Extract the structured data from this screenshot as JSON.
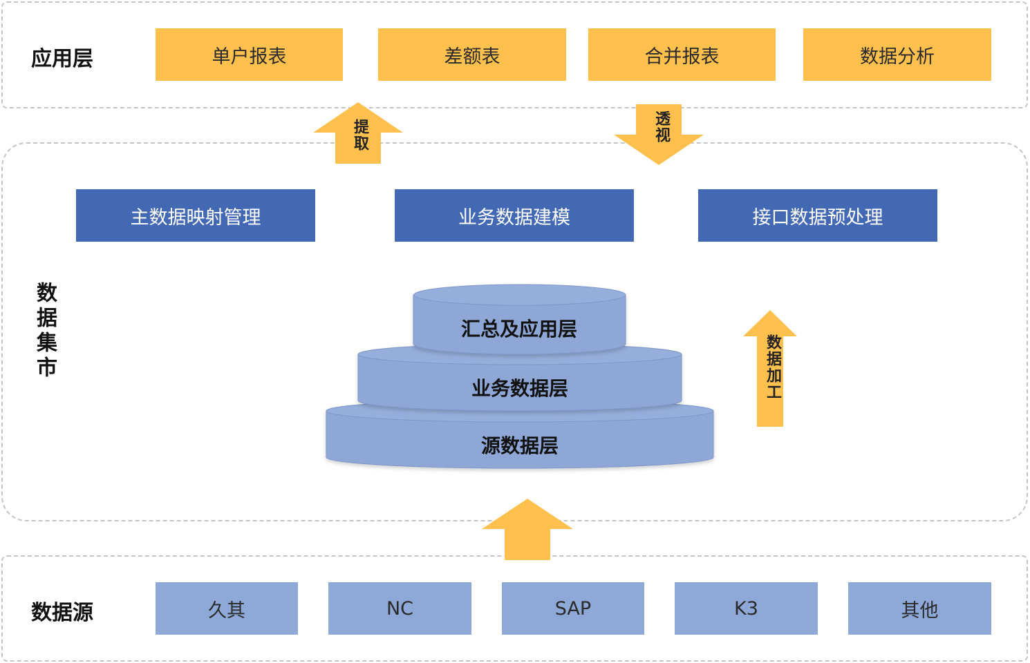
{
  "colors": {
    "orange": "#ffc04d",
    "dark_blue": "#4469b4",
    "light_blue": "#8ea9d8",
    "cylinder": "#8ea7d6",
    "dashed_border": "#c4c4c4"
  },
  "application_layer": {
    "label": "应用层",
    "items": [
      "单户报表",
      "差额表",
      "合并报表",
      "数据分析"
    ]
  },
  "arrows": {
    "extract": "提取",
    "drilldown": "透视",
    "processing": "数据加工"
  },
  "data_mart": {
    "label": "数据集市",
    "modules": [
      "主数据映射管理",
      "业务数据建模",
      "接口数据预处理"
    ],
    "layers": [
      "汇总及应用层",
      "业务数据层",
      "源数据层"
    ]
  },
  "data_source": {
    "label": "数据源",
    "items": [
      "久其",
      "NC",
      "SAP",
      "K3",
      "其他"
    ]
  }
}
